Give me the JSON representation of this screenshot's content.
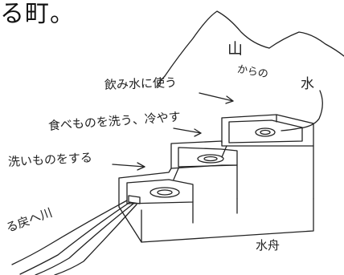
{
  "heading_fragment": "る町。",
  "labels": {
    "mountain": "山",
    "from": "からの",
    "water": "水",
    "drinking": "飲み水に使う",
    "food_washing": "食べものを洗う、冷やす",
    "washing": "洗いものをする",
    "to_river": "る戻へ川",
    "mizubune": "水舟"
  }
}
